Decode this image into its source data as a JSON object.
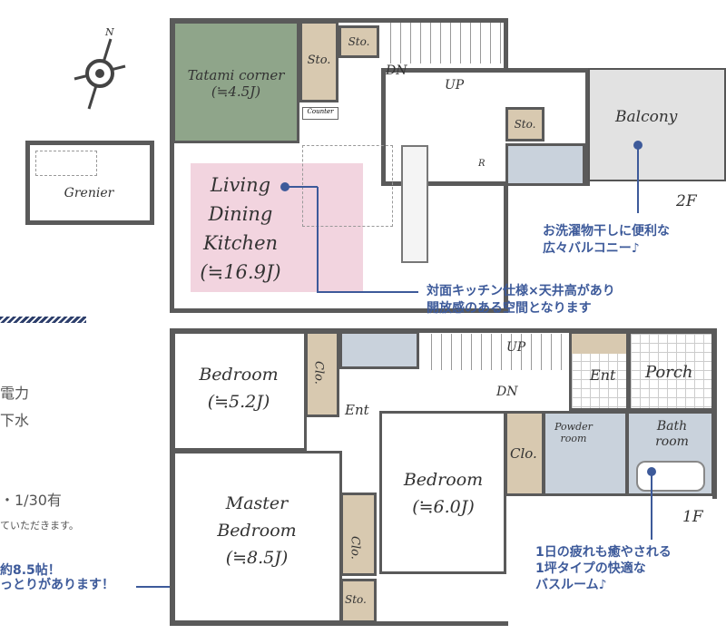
{
  "floor2": {
    "label": "2F",
    "tatami": "Tatami corner",
    "tatami_size": "(≒4.5J)",
    "sto1": "Sto.",
    "sto2": "Sto.",
    "sto3": "Sto.",
    "dn": "DN",
    "up": "UP",
    "counter": "Counter",
    "balcony": "Balcony",
    "ldk1": "Living",
    "ldk2": "Dining",
    "ldk3": "Kitchen",
    "ldk_size": "(≒16.9J)",
    "r": "R"
  },
  "grenier": "Grenier",
  "floor1": {
    "label": "1F",
    "bedroom1": "Bedroom",
    "bedroom1_size": "(≒5.2J)",
    "clo1": "Clo.",
    "ent1": "Ent",
    "up": "UP",
    "dn": "DN",
    "ent2": "Ent",
    "porch": "Porch",
    "bedroom2": "Bedroom",
    "bedroom2_size": "(≒6.0J)",
    "clo2": "Clo.",
    "powder": "Powder room",
    "bath": "Bath room",
    "master1": "Master",
    "master2": "Bedroom",
    "master_size": "(≒8.5J)",
    "clo3": "Clo.",
    "sto": "Sto."
  },
  "callouts": {
    "balcony": [
      "お洗濯物干しに便利な",
      "広々バルコニー♪"
    ],
    "kitchen": [
      "対面キッチン仕様×天井高があり",
      "開放感のある空間となります"
    ],
    "bath": [
      "1日の疲れも癒やされる",
      "1坪タイプの快適な",
      "バスルーム♪"
    ],
    "master": [
      "約8.5帖！",
      "っとりがあります！"
    ]
  },
  "side": {
    "line1": "電力",
    "line2": "下水",
    "line3": "・1/30有",
    "line4": "ていただきます。"
  },
  "colors": {
    "accent": "#3d5a9a",
    "tatami": "#8fa58a",
    "storage": "#d8c9b0",
    "ldk": "#f2d4df",
    "wet": "#c9d2dc"
  }
}
